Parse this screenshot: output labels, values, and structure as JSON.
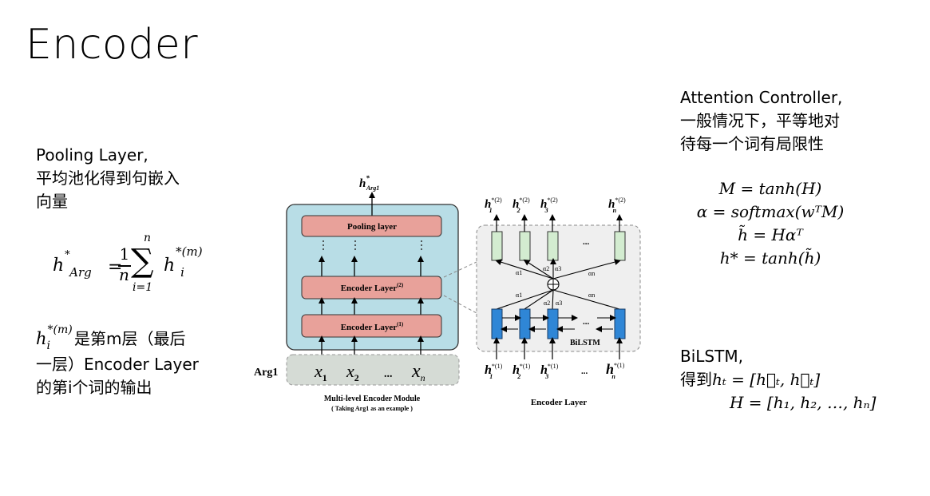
{
  "slide": {
    "title": "Encoder"
  },
  "left_panel": {
    "pooling_heading": "Pooling Layer,",
    "pooling_desc_line1": "平均池化得到句嵌入",
    "pooling_desc_line2": "向量",
    "formula": {
      "lhs_base": "h",
      "lhs_sup": "*",
      "lhs_sub": "Arg",
      "equals": "=",
      "frac_num": "1",
      "frac_den": "n",
      "sum_symbol": "∑",
      "sum_upper": "n",
      "sum_lower": "i=1",
      "term_base": "h",
      "term_sup": "*(m)",
      "term_sub": "i"
    },
    "explain_sym_base": "h",
    "explain_sym_sup": "*(m)",
    "explain_sym_sub": "i",
    "explain_line1": "是第m层（最后",
    "explain_line2": "一层）Encoder Layer",
    "explain_line3": "的第i个词的输出"
  },
  "right_panel": {
    "attention_heading": "Attention Controller,",
    "attention_desc_line1": "一般情况下，平等地对",
    "attention_desc_line2": "待每一个词有局限性",
    "equations": [
      "M = tanh(H)",
      "α = softmax(wᵀM)",
      "h̃ = Hαᵀ",
      "h* = tanh(h̃)"
    ],
    "bilstm_heading": "BiLSTM,",
    "bilstm_line1_prefix": "得到",
    "bilstm_line1_eq": "hₜ = [h⃗ₜ, h⃖ₜ]",
    "bilstm_line2_eq": "H = [h₁, h₂, …, hₙ]"
  },
  "diagram_left": {
    "output_label": "h*Arg1",
    "pooling_layer": "Pooling layer",
    "encoder_layer_2": "Encoder Layer",
    "encoder_layer_2_sup": "(2)",
    "encoder_layer_1": "Encoder Layer",
    "encoder_layer_1_sup": "(1)",
    "input_label": "Arg1",
    "inputs": [
      "x1",
      "x2",
      "...",
      "xn"
    ],
    "caption_line1": "Multi-level Encoder Module",
    "caption_line2": "( Taking Arg1 as an example )",
    "colors": {
      "module_bg": "#b8dde6",
      "layer_fill": "#e8a19a",
      "input_bg": "#d5dbd5"
    }
  },
  "diagram_right": {
    "outputs": [
      "h1*(2)",
      "h2*(2)",
      "h3*(2)",
      "...",
      "hn*(2)"
    ],
    "inputs": [
      "h1*(1)",
      "h2*(1)",
      "h3*(1)",
      "...",
      "hn*(1)"
    ],
    "alpha_labels": [
      "α1",
      "α2",
      "α3",
      "αn"
    ],
    "bilstm_label": "BiLSTM",
    "ellipsis": "...",
    "caption": "Encoder Layer",
    "colors": {
      "panel_bg": "#efefef",
      "output_cell": "#d3ecd0",
      "lstm_cell": "#2f86d6"
    }
  }
}
